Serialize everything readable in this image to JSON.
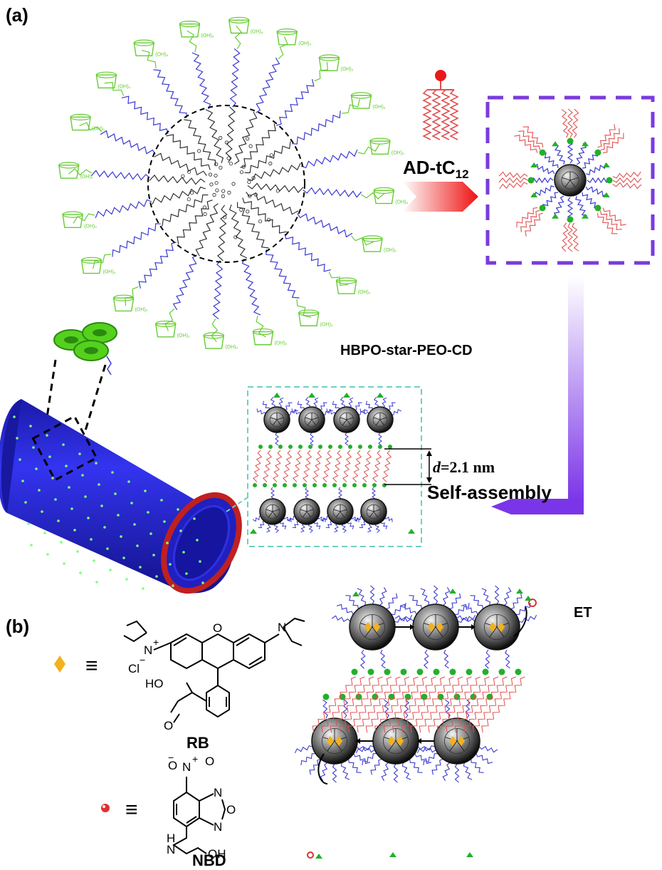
{
  "panel_a": {
    "label": "(a)",
    "polymer_name": "HBPO-star-PEO-CD",
    "guest_name_main": "AD-tC",
    "guest_name_sub": "12",
    "spacing_italic": "d",
    "spacing_rest": "=2.1 nm",
    "process": "Self-assembly",
    "oh_label": "(OH)₆",
    "colors": {
      "core": "#1f1f1f",
      "peo": "#3a3ad0",
      "cd": "#66cc33",
      "alkyl": "#e05050",
      "frame": "#7a3bdc",
      "tube": "#2222dd",
      "inset_frame": "#6fd0c0"
    }
  },
  "panel_b": {
    "label": "(b)",
    "equiv": "≡",
    "rb_name": "RB",
    "nbd_name": "NBD",
    "rb_atoms": {
      "n": "N",
      "plus": "+",
      "o": "O",
      "cl": "Cl",
      "minus": "−",
      "ho": "HO"
    },
    "nbd_atoms": {
      "o_minus": "O",
      "n_plus": "N",
      "o_ring": "O",
      "n1": "N",
      "n2": "N",
      "h": "H",
      "n_amine": "N",
      "oh": "OH"
    },
    "et_label": "ET",
    "colors": {
      "rb_marker": "#f2b21c",
      "nbd_marker": "#e03030"
    }
  }
}
